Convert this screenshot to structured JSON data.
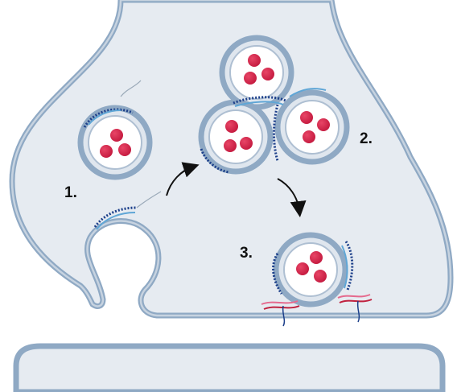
{
  "colors": {
    "background": "#ffffff",
    "membrane_outer": "#8fa9c4",
    "membrane_inner": "#aebfd2",
    "terminal_fill": "#e6ebf1",
    "vesicle_lumen": "#ffffff",
    "neurotransmitter": "#cc1e43",
    "neurotransmitter_highlight": "#e84566",
    "protein_dark": "#1c3f8a",
    "protein_light": "#5fa6d6",
    "snare_pink": "#e56a8e",
    "snare_red": "#c0213f",
    "arrow": "#111111"
  },
  "labels": {
    "step1": "1.",
    "step2": "2.",
    "step3": "3."
  },
  "icons": {
    "synaptic_vesicle": "vesicle-with-neurotransmitters",
    "arrow": "curved-arrow"
  }
}
